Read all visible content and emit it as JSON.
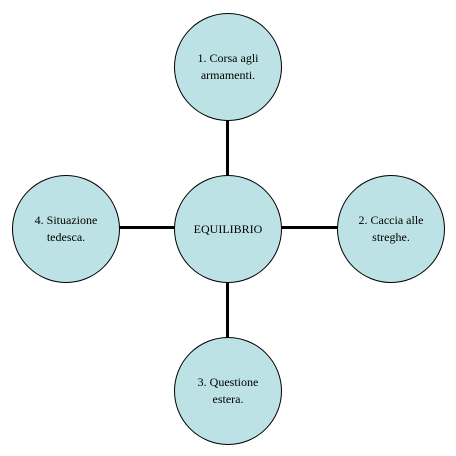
{
  "diagram": {
    "fill_color": "#bde2e5",
    "stroke_color": "#000000",
    "center": {
      "label": "EQUILIBRIO"
    },
    "top": {
      "label": "1. Corsa agli armamenti."
    },
    "right": {
      "label": "2. Caccia alle streghe."
    },
    "bottom": {
      "label": "3. Questione estera."
    },
    "left": {
      "label": "4. Situazione tedesca."
    }
  }
}
